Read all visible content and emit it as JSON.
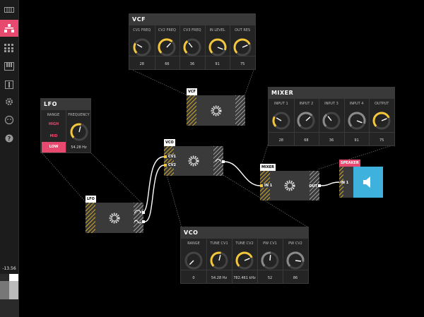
{
  "sidebar": {
    "items": [
      {
        "icon": "keyboard-icon"
      },
      {
        "icon": "modules-icon",
        "active": true
      },
      {
        "icon": "grid-icon"
      },
      {
        "icon": "piano-icon"
      },
      {
        "icon": "cable-icon"
      },
      {
        "icon": "gear-icon"
      },
      {
        "icon": "smiley-icon"
      },
      {
        "icon": "help-icon"
      }
    ],
    "readout": "-13.56"
  },
  "vcf_panel": {
    "title": "VCF",
    "knobs": [
      {
        "label": "CV1 FREQ",
        "value": "28",
        "level": 0.28
      },
      {
        "label": "CV2 FREQ",
        "value": "66",
        "level": 0.66
      },
      {
        "label": "CV3 FREQ",
        "value": "36",
        "level": 0.36
      },
      {
        "label": "IN LEVEL",
        "value": "91",
        "level": 0.91
      },
      {
        "label": "OUT RES",
        "value": "75",
        "level": 0.75
      }
    ]
  },
  "mixer_panel": {
    "title": "MIXER",
    "knobs": [
      {
        "label": "INPUT 1",
        "value": "28",
        "level": 0.28
      },
      {
        "label": "INPUT 2",
        "value": "68",
        "level": 0.68,
        "dim": true
      },
      {
        "label": "INPUT 3",
        "value": "36",
        "level": 0.36,
        "dim": true
      },
      {
        "label": "INPUT 4",
        "value": "91",
        "level": 0.91,
        "dim": true
      },
      {
        "label": "OUTPUT",
        "value": "75",
        "level": 0.75
      }
    ]
  },
  "lfo_panel": {
    "title": "LFO",
    "range_label": "RANGE",
    "frequency_label": "FREQUENCY",
    "ranges": [
      "HIGH",
      "MID",
      "LOW"
    ],
    "selected_range": "LOW",
    "frequency_value": "54.28 Hz",
    "frequency_level": 0.55
  },
  "vco_panel": {
    "title": "VCO",
    "knobs": [
      {
        "label": "RANGE",
        "value": "0",
        "level": 0.0
      },
      {
        "label": "TUNE CV1",
        "value": "54.28 Hz",
        "level": 0.55
      },
      {
        "label": "TUNE CV2",
        "value": "782.461 kHz",
        "level": 0.75
      },
      {
        "label": "PW CV1",
        "value": "52",
        "level": 0.52,
        "dim": true
      },
      {
        "label": "PW CV2",
        "value": "86",
        "level": 0.86,
        "dim": true
      }
    ]
  },
  "nodes": {
    "vcf": {
      "label": "VCF"
    },
    "vco": {
      "label": "VCO",
      "in1": "CV1",
      "in2": "CV2"
    },
    "lfo": {
      "label": "LFO"
    },
    "mixer": {
      "label": "MIXER",
      "in": "IN 1",
      "out": "OUT"
    },
    "speaker": {
      "label": "SPEAKER",
      "in": "IN 1"
    }
  },
  "colors": {
    "accent": "#e84a6f",
    "knob_active": "#f3c63c",
    "speaker": "#3fb1dd"
  }
}
